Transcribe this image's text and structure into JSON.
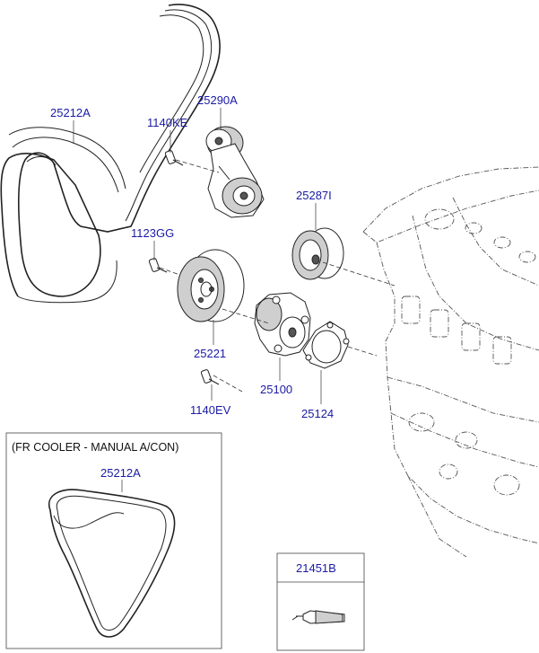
{
  "parts": [
    {
      "id": "belt_main",
      "number": "25212A"
    },
    {
      "id": "tensioner",
      "number": "25290A"
    },
    {
      "id": "bolt_tensioner",
      "number": "1140KE"
    },
    {
      "id": "idler",
      "number": "25287I"
    },
    {
      "id": "bolt_pulley",
      "number": "1123GG"
    },
    {
      "id": "pulley",
      "number": "25221"
    },
    {
      "id": "water_pump",
      "number": "25100"
    },
    {
      "id": "gasket",
      "number": "25124"
    },
    {
      "id": "bolt_pump",
      "number": "1140EV"
    }
  ],
  "inset_variant": {
    "title": "(FR COOLER - MANUAL A/CON)",
    "part_number": "25212A"
  },
  "inset_item": {
    "part_number": "21451B"
  },
  "colors": {
    "label": "#1a1aa6",
    "line": "#222222"
  }
}
